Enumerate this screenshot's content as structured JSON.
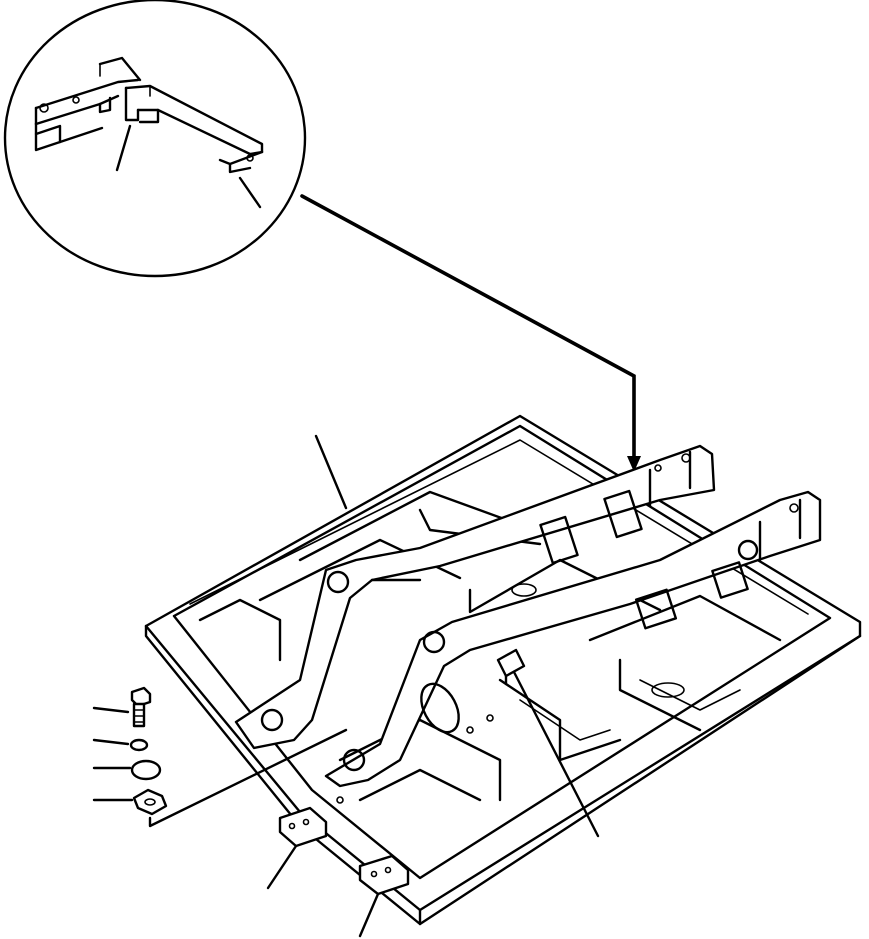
{
  "figure": {
    "background": "#ffffff",
    "line_color": "#000000",
    "components": [
      "detail-magnifier-circle",
      "undercarriage-frame",
      "boom-support-arm-left",
      "boom-support-arm-right",
      "hex-bolt",
      "lock-washer",
      "shim-plate",
      "mounting-flange-plate",
      "rear-bracket-left",
      "rear-bracket-right",
      "cover-plate"
    ],
    "labels": []
  }
}
